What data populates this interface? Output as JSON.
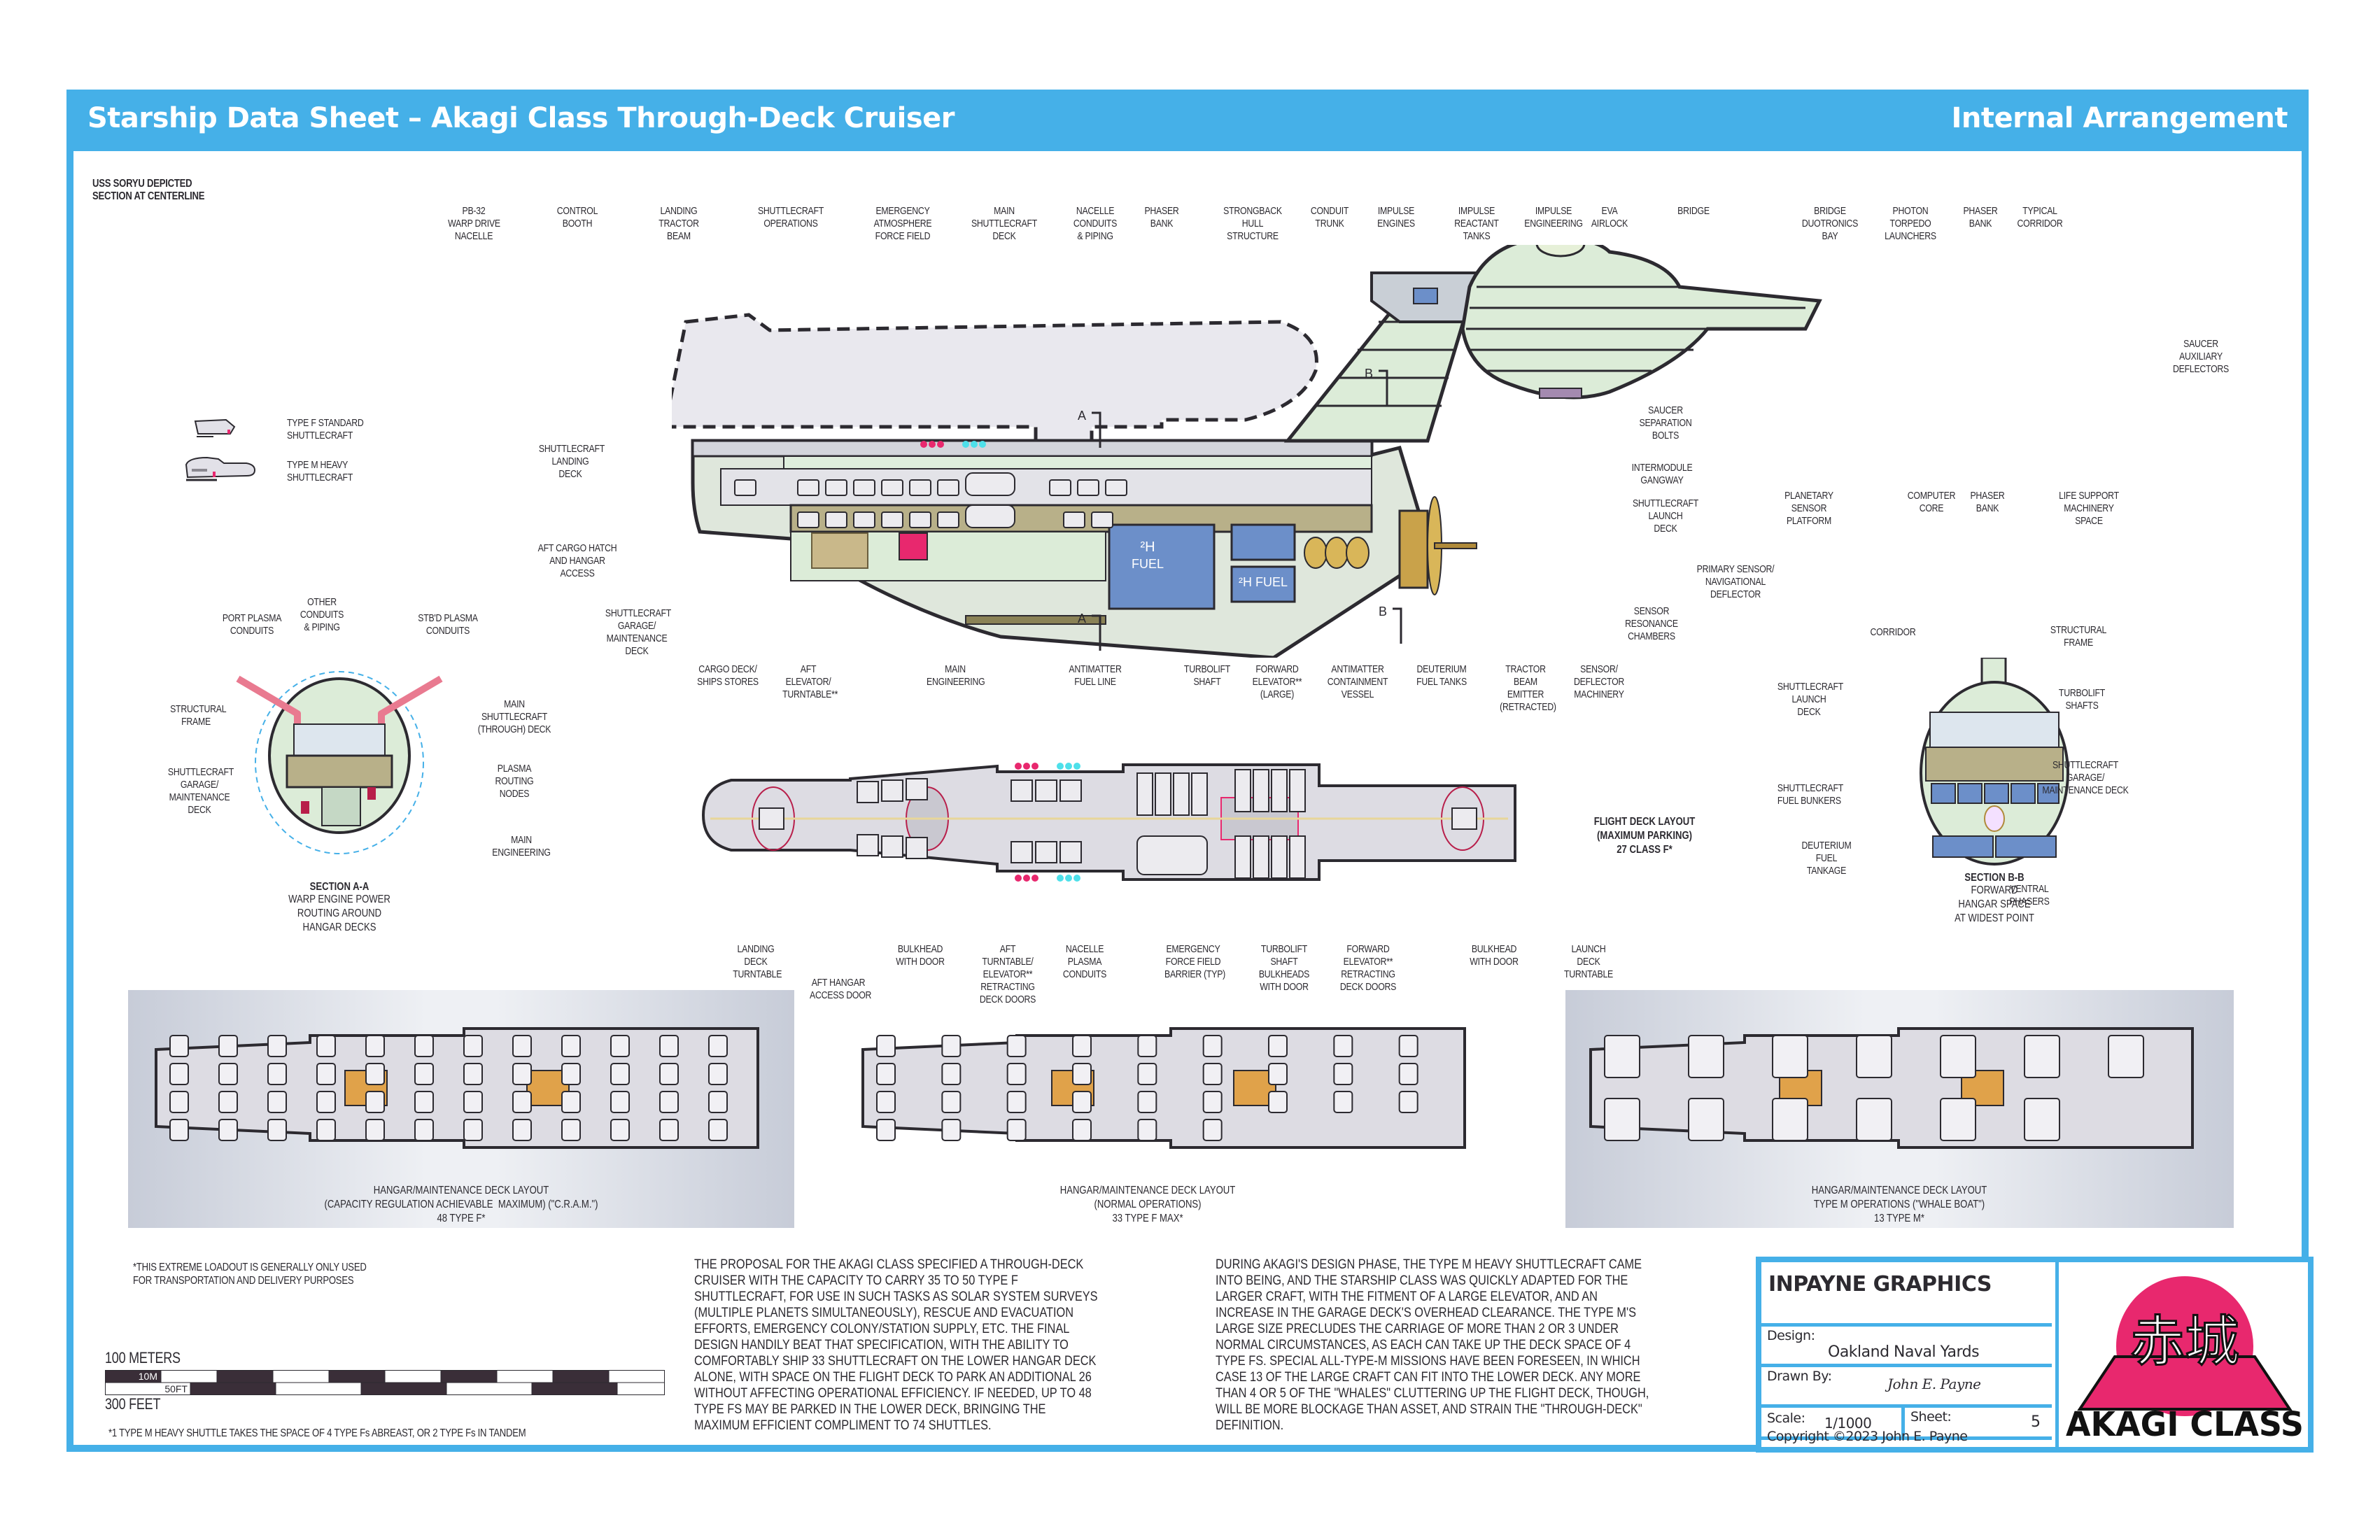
{
  "header": {
    "title": "Starship Data Sheet – Akagi Class Through-Deck Cruiser",
    "subtitle": "Internal Arrangement",
    "accent_color": "#45b0e8"
  },
  "section_note": {
    "line1": "USS SORYU DEPICTED",
    "line2": "SECTION AT CENTERLINE"
  },
  "legend": {
    "type_f": "TYPE F STANDARD\nSHUTTLECRAFT",
    "type_m": "TYPE M HEAVY\nSHUTTLECRAFT"
  },
  "profile_labels_top": [
    "PB-32\nWARP DRIVE\nNACELLE",
    "CONTROL\nBOOTH",
    "LANDING\nTRACTOR\nBEAM",
    "SHUTTLECRAFT\nOPERATIONS",
    "EMERGENCY\nATMOSPHERE\nFORCE FIELD",
    "MAIN\nSHUTTLECRAFT\nDECK",
    "NACELLE\nCONDUITS\n& PIPING",
    "PHASER\nBANK",
    "STRONGBACK\nHULL\nSTRUCTURE",
    "CONDUIT\nTRUNK",
    "IMPULSE\nENGINES",
    "IMPULSE\nREACTANT\nTANKS",
    "IMPULSE\nENGINEERING",
    "EVA\nAIRLOCK",
    "BRIDGE",
    "BRIDGE\nDUOTRONICS\nBAY",
    "PHOTON\nTORPEDO\nLAUNCHERS",
    "PHASER\nBANK",
    "TYPICAL\nCORRIDOR"
  ],
  "profile_labels_left": [
    "SHUTTLECRAFT\nLANDING\nDECK",
    "AFT CARGO HATCH\nAND HANGAR\nACCESS",
    "SHUTTLECRAFT\nGARAGE/\nMAINTENANCE\nDECK"
  ],
  "profile_labels_bottom": [
    "CARGO DECK/\nSHIPS STORES",
    "AFT\nELEVATOR/\nTURNTABLE**",
    "MAIN\nENGINEERING",
    "ANTIMATTER\nFUEL LINE",
    "TURBOLIFT\nSHAFT",
    "FORWARD\nELEVATOR**\n(LARGE)",
    "ANTIMATTER\nCONTAINMENT\nVESSEL",
    "DEUTERIUM\nFUEL TANKS",
    "TRACTOR\nBEAM\nEMITTER\n(RETRACTED)",
    "SENSOR/\nDEFLECTOR\nMACHINERY"
  ],
  "profile_labels_right": [
    "SAUCER\nAUXILIARY\nDEFLECTORS",
    "SAUCER\nSEPARATION\nBOLTS",
    "INTERMODULE\nGANGWAY",
    "SHUTTLECRAFT\nLAUNCH\nDECK",
    "PRIMARY SENSOR/\nNAVIGATIONAL\nDEFLECTOR",
    "SENSOR\nRESONANCE\nCHAMBERS",
    "PLANETARY\nSENSOR\nPLATFORM",
    "COMPUTER\nCORE",
    "PHASER\nBANK",
    "LIFE SUPPORT\nMACHINERY\nSPACE"
  ],
  "section_markers": {
    "a": "A",
    "b": "B"
  },
  "fuel_labels": {
    "upper": "²H\nFUEL",
    "lower": "²H FUEL"
  },
  "section_aa": {
    "labels": {
      "port_plasma": "PORT PLASMA\nCONDUITS",
      "other_conduits": "OTHER\nCONDUITS\n& PIPING",
      "stbd_plasma": "STB'D PLASMA\nCONDUITS",
      "structural_frame": "STRUCTURAL\nFRAME",
      "main_deck": "MAIN\nSHUTTLECRAFT\n(THROUGH) DECK",
      "garage": "SHUTTLECRAFT\nGARAGE/\nMAINTENANCE\nDECK",
      "plasma_nodes": "PLASMA\nROUTING\nNODES",
      "main_engineering": "MAIN\nENGINEERING"
    },
    "title": "SECTION A-A",
    "caption": "WARP ENGINE POWER\nROUTING AROUND\nHANGAR DECKS"
  },
  "section_bb": {
    "labels": {
      "corridor": "CORRIDOR",
      "structural_frame": "STRUCTURAL\nFRAME",
      "launch_deck": "SHUTTLECRAFT\nLAUNCH\nDECK",
      "turbolift": "TURBOLIFT\nSHAFTS",
      "garage": "SHUTTLECRAFT\nGARAGE/\nMAINTENANCE DECK",
      "fuel_bunkers": "SHUTTLECRAFT\nFUEL BUNKERS",
      "deuterium": "DEUTERIUM\nFUEL\nTANKAGE",
      "ventral_phasers": "VENTRAL\nPHASERS"
    },
    "title": "SECTION B-B",
    "caption": "FORWARD\nHANGAR SPACE\nAT WIDEST POINT"
  },
  "flight_deck": {
    "title": "FLIGHT DECK LAYOUT\n(MAXIMUM PARKING)\n27 CLASS F*",
    "labels": [
      "LANDING\nDECK\nTURNTABLE",
      "AFT HANGAR\nACCESS DOOR",
      "BULKHEAD\nWITH DOOR",
      "AFT\nTURNTABLE/\nELEVATOR**\nRETRACTING\nDECK DOORS",
      "NACELLE\nPLASMA\nCONDUITS",
      "EMERGENCY\nFORCE FIELD\nBARRIER (TYP)",
      "TURBOLIFT\nSHAFT\nBULKHEADS\nWITH DOOR",
      "FORWARD\nELEVATOR**\nRETRACTING\nDECK DOORS",
      "BULKHEAD\nWITH DOOR",
      "LAUNCH\nDECK\nTURNTABLE"
    ]
  },
  "hangar_layouts": [
    {
      "caption": "HANGAR/MAINTENANCE DECK LAYOUT\n(CAPACITY REGULATION ACHIEVABLE  MAXIMUM) (\"C.R.A.M.\")\n48 TYPE F*",
      "count": 48,
      "type": "F"
    },
    {
      "caption": "HANGAR/MAINTENANCE DECK LAYOUT\n(NORMAL OPERATIONS)\n33 TYPE F MAX*",
      "count": 33,
      "type": "F"
    },
    {
      "caption": "HANGAR/MAINTENANCE DECK LAYOUT\nTYPE M OPERATIONS (\"WHALE BOAT\")\n13 TYPE M*",
      "count": 13,
      "type": "M"
    }
  ],
  "footnotes": {
    "loadout": "*THIS EXTREME LOADOUT IS GENERALLY ONLY USED\nFOR TRANSPORTATION AND DELIVERY PURPOSES",
    "tandem": "*1 TYPE M HEAVY SHUTTLE TAKES THE SPACE OF 4 TYPE Fs ABREAST, OR 2 TYPE Fs IN TANDEM"
  },
  "scale_bar": {
    "meters_label": "100 METERS",
    "meters_unit": "10M",
    "feet_unit": "50FT",
    "feet_label": "300 FEET"
  },
  "notes": {
    "col1": "THE PROPOSAL FOR THE AKAGI CLASS SPECIFIED A THROUGH-DECK\nCRUISER WITH THE CAPACITY TO CARRY 35 TO 50 TYPE F\nSHUTTLECRAFT, FOR USE IN SUCH TASKS AS SOLAR SYSTEM SURVEYS\n(MULTIPLE PLANETS SIMULTANEOUSLY), RESCUE AND EVACUATION\nEFFORTS, EMERGENCY COLONY/STATION SUPPLY, ETC. THE FINAL\nDESIGN HANDILY BEAT THAT SPECIFICATION, WITH THE ABILITY TO\nCOMFORTABLY SHIP 33 SHUTTLECRAFT ON THE LOWER HANGAR DECK\nALONE, WITH SPACE ON THE FLIGHT DECK TO PARK AN ADDITIONAL 26\nWITHOUT AFFECTING OPERATIONAL EFFICIENCY. IF NEEDED, UP TO 48\nTYPE FS MAY BE PARKED IN THE LOWER DECK, BRINGING THE\nMAXIMUM EFFICIENT COMPLIMENT TO 74 SHUTTLES.",
    "col2": "DURING AKAGI'S DESIGN PHASE, THE TYPE M HEAVY SHUTTLECRAFT CAME\nINTO BEING, AND THE STARSHIP CLASS WAS QUICKLY ADAPTED FOR THE\nLARGER CRAFT, WITH THE FITMENT OF A LARGE ELEVATOR, AND AN\nINCREASE IN THE GARAGE DECK'S OVERHEAD CLEARANCE. THE TYPE M'S\nLARGE SIZE PRECLUDES THE CARRIAGE OF MORE THAN 2 OR 3 UNDER\nNORMAL CIRCUMSTANCES, AS EACH CAN TAKE UP THE DECK SPACE OF 4\nTYPE FS. SPECIAL ALL-TYPE-M MISSIONS HAVE BEEN FORESEEN, IN WHICH\nCASE 13 OF THE LARGE CRAFT CAN FIT INTO THE LOWER DECK. ANY MORE\nTHAN 4 OR 5 OF THE \"WHALES\" CLUTTERING UP THE FLIGHT DECK, THOUGH,\nWILL BE MORE BLOCKAGE THAN ASSET, AND STRAIN THE \"THROUGH-DECK\"\nDEFINITION."
  },
  "title_block": {
    "company": "INPAYNE GRAPHICS",
    "design_label": "Design:",
    "design_value": "Oakland Naval Yards",
    "drawn_label": "Drawn By:",
    "signature": "John E. Payne",
    "scale_label": "Scale:",
    "scale_value": "1/1000",
    "sheet_label": "Sheet:",
    "sheet_value": "5",
    "copyright": "Copyright  ©2023 John E. Payne",
    "logo_kanji": "赤城",
    "logo_text": "AKAGI CLASS",
    "logo_color": "#e8286e"
  }
}
